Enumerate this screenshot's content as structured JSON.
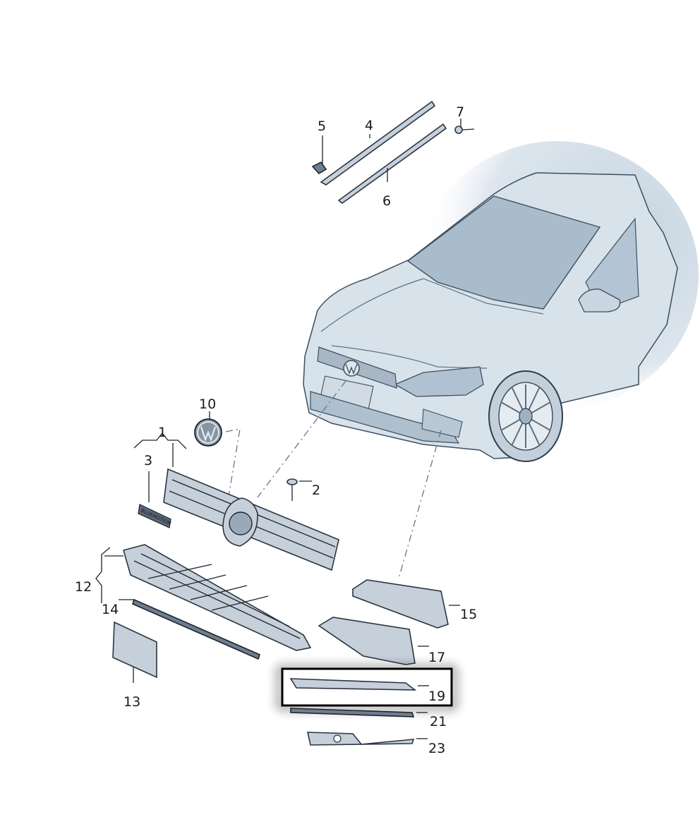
{
  "callouts": [
    {
      "id": "1",
      "label": "1"
    },
    {
      "id": "2",
      "label": "2"
    },
    {
      "id": "3",
      "label": "3"
    },
    {
      "id": "4",
      "label": "4"
    },
    {
      "id": "5",
      "label": "5"
    },
    {
      "id": "6",
      "label": "6"
    },
    {
      "id": "7",
      "label": "7"
    },
    {
      "id": "10",
      "label": "10"
    },
    {
      "id": "12",
      "label": "12"
    },
    {
      "id": "13",
      "label": "13"
    },
    {
      "id": "14",
      "label": "14"
    },
    {
      "id": "15",
      "label": "15"
    },
    {
      "id": "17",
      "label": "17"
    },
    {
      "id": "19",
      "label": "19"
    },
    {
      "id": "21",
      "label": "21"
    },
    {
      "id": "23",
      "label": "23"
    }
  ],
  "badge_text": "BLUEMOTION",
  "highlighted_callout": "19",
  "colors": {
    "part_fill": "#c6d0da",
    "car_fill": "#d8e2ea",
    "outline": "#2c3440",
    "highlight_frame": "#000000"
  }
}
